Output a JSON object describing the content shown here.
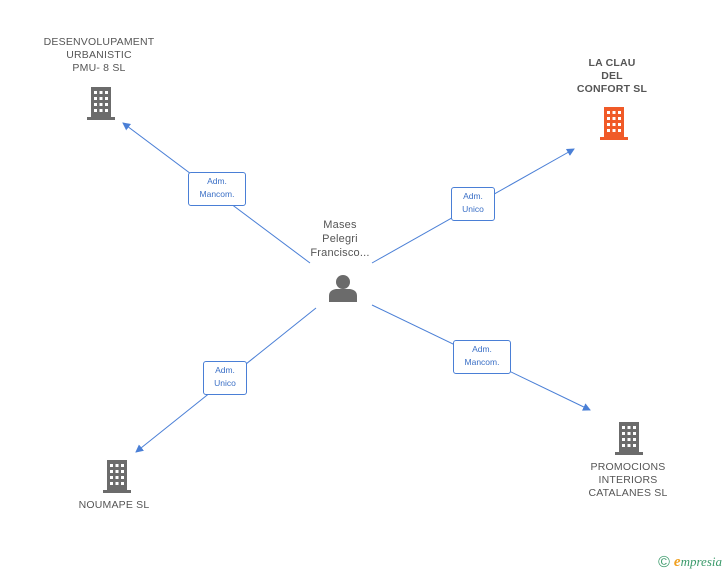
{
  "center": {
    "name_lines": [
      "Mases",
      "Pelegri",
      "Francisco..."
    ],
    "icon": "person-icon"
  },
  "companies": [
    {
      "id": "desenvolupament",
      "name_lines": [
        "DESENVOLUPAMENT",
        "URBANISTIC",
        "PMU- 8 SL"
      ],
      "icon": "building-icon",
      "highlight": false
    },
    {
      "id": "la-clau",
      "name_lines": [
        "LA CLAU",
        "DEL",
        "CONFORT SL"
      ],
      "icon": "building-icon",
      "highlight": true
    },
    {
      "id": "noumape",
      "name_lines": [
        "NOUMAPE SL"
      ],
      "icon": "building-icon",
      "highlight": false
    },
    {
      "id": "promocions",
      "name_lines": [
        "PROMOCIONS",
        "INTERIORS",
        "CATALANES SL"
      ],
      "icon": "building-icon",
      "highlight": false
    }
  ],
  "roles": [
    {
      "target": "desenvolupament",
      "lines": [
        "Adm.",
        "Mancom."
      ]
    },
    {
      "target": "la-clau",
      "lines": [
        "Adm.",
        "Unico"
      ]
    },
    {
      "target": "noumape",
      "lines": [
        "Adm.",
        "Unico"
      ]
    },
    {
      "target": "promocions",
      "lines": [
        "Adm.",
        "Mancom."
      ]
    }
  ],
  "colors": {
    "edge": "#4a7fd6",
    "building": "#6b6b6b",
    "building_highlight": "#f05a28",
    "person": "#6b6b6b"
  },
  "footer": {
    "copyright_symbol": "©",
    "brand_initial": "e",
    "brand_rest": "mpresia"
  }
}
